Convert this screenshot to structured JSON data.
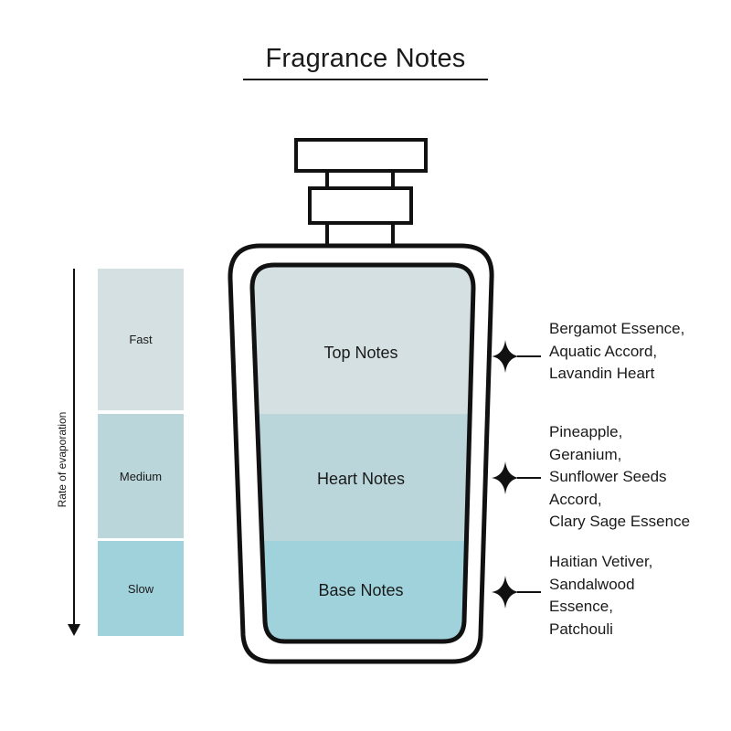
{
  "title": "Fragrance Notes",
  "evaporation_scale": {
    "axis_label": "Rate of evaporation",
    "levels": [
      {
        "label": "Fast",
        "color": "#d5e0e2"
      },
      {
        "label": "Medium",
        "color": "#bad6da"
      },
      {
        "label": "Slow",
        "color": "#a0d2dc"
      }
    ]
  },
  "bottle": {
    "layers": [
      {
        "label": "Top Notes",
        "color": "#d5e0e2"
      },
      {
        "label": "Heart Notes",
        "color": "#bad6da"
      },
      {
        "label": "Base Notes",
        "color": "#a0d2dc"
      }
    ]
  },
  "ingredients": [
    {
      "lines": [
        "Bergamot Essence,",
        "Aquatic Accord,",
        "Lavandin Heart"
      ]
    },
    {
      "lines": [
        "Pineapple,",
        "Geranium,",
        "Sunflower Seeds",
        "Accord,",
        "Clary Sage Essence"
      ]
    },
    {
      "lines": [
        "Haitian Vetiver,",
        "Sandalwood",
        "Essence,",
        "Patchouli"
      ]
    }
  ]
}
